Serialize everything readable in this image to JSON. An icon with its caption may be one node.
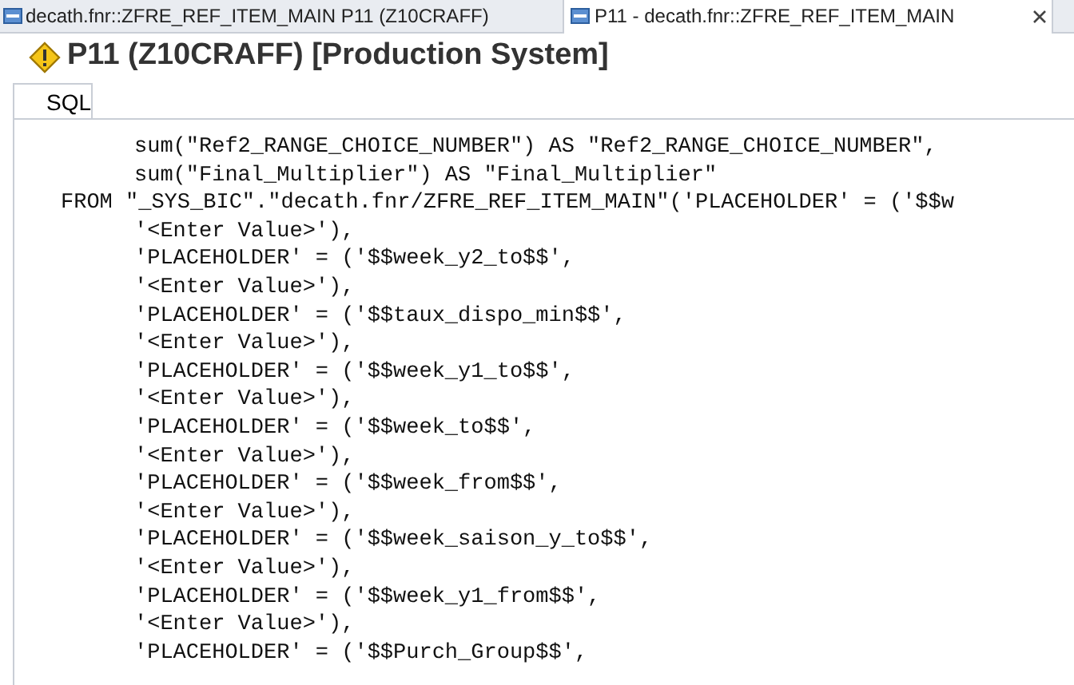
{
  "diagram": {
    "title": "P11 (Z10CRAFF) [Production System]",
    "labels": [
      "decath.fnr::ZFRE_REF_ITEM_MAIN P11 (Z10CRAFF)",
      "P11 - decath.fnr::ZFRE_REF_ITEM_MAIN",
      "SQL",
      "sum(\"Ref2_RANGE_CHOICE_NUMBER\") AS \"Ref2_RANGE_CHOICE_NUMBER\",",
      "sum(\"Final_Multiplier\") AS \"Final_Multiplier\"",
      "FROM \"_SYS_BIC\".\"decath.fnr/ZFRE_REF_ITEM_MAIN\"('PLACEHOLDER' = ('$$w",
      "'<Enter Value>'),",
      "'PLACEHOLDER' = ('$$week_y2_to$$',",
      "'<Enter Value>'),",
      "'PLACEHOLDER' = ('$$taux_dispo_min$$',",
      "'<Enter Value>'),",
      "'PLACEHOLDER' = ('$$week_y1_to$$',",
      "'<Enter Value>'),",
      "'PLACEHOLDER' = ('$$week_to$$',",
      "'<Enter Value>'),",
      "'PLACEHOLDER' = ('$$week_from$$',",
      "'<Enter Value>'),",
      "'PLACEHOLDER' = ('$$week_saison_y_to$$',",
      "'<Enter Value>'),",
      "'PLACEHOLDER' = ('$$week_y1_from$$',",
      "'<Enter Value>'),",
      "'PLACEHOLDER' = ('$$Purch_Group$$',"
    ]
  }
}
